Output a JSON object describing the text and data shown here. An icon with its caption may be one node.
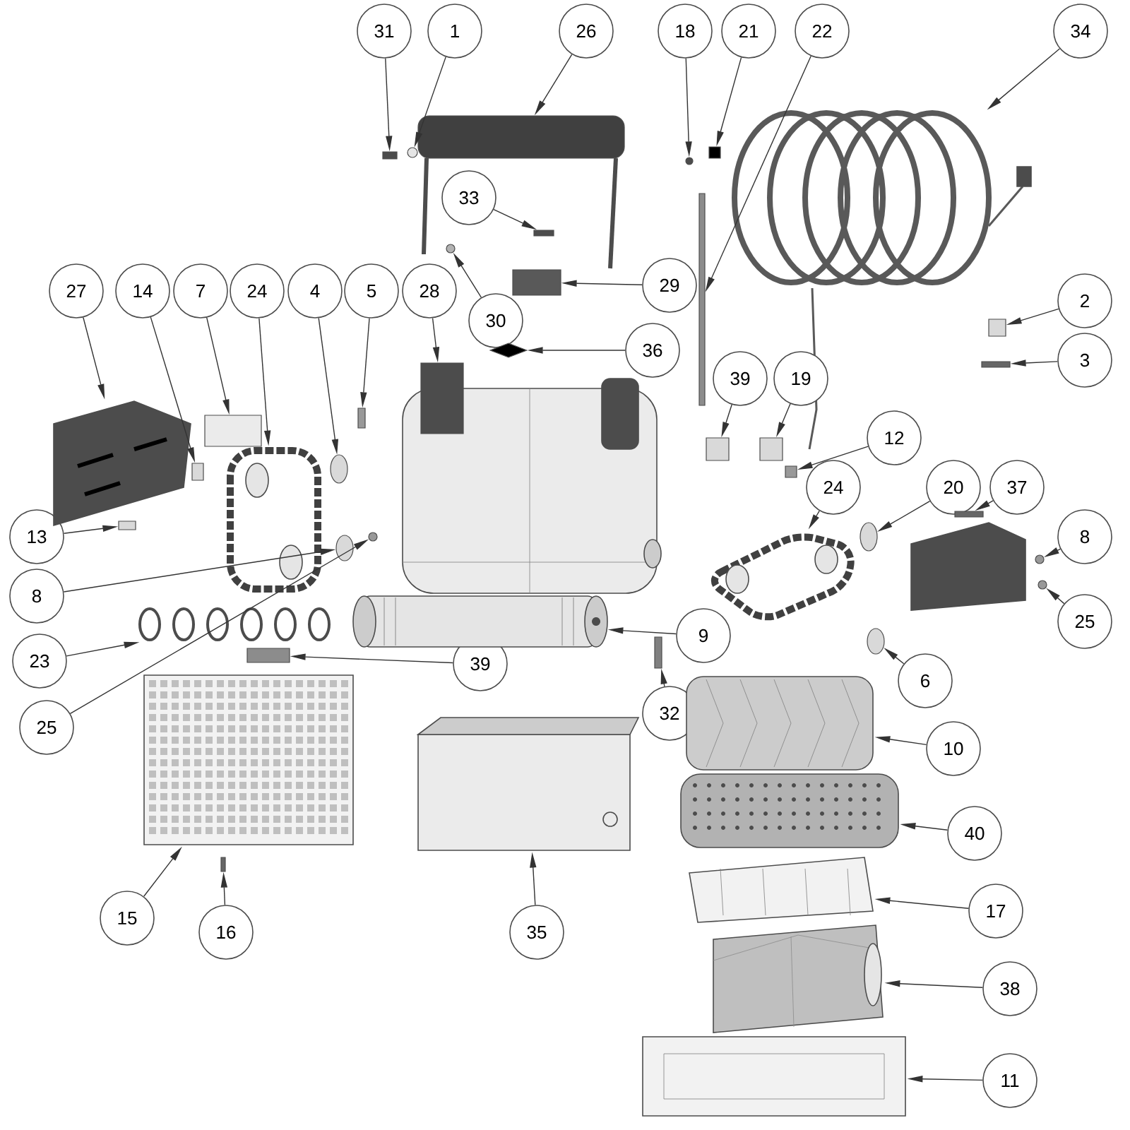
{
  "diagram": {
    "nodes": [
      {
        "text": [
          "31"
        ]
      },
      {
        "text": [
          "1"
        ]
      },
      {
        "text": [
          "26"
        ]
      },
      {
        "text": [
          "18"
        ]
      },
      {
        "text": [
          "21"
        ]
      },
      {
        "text": [
          "22"
        ]
      },
      {
        "text": [
          "34"
        ]
      },
      {
        "text": [
          "33"
        ]
      },
      {
        "text": [
          "27"
        ]
      },
      {
        "text": [
          "14"
        ]
      },
      {
        "text": [
          "7"
        ]
      },
      {
        "text": [
          "24"
        ]
      },
      {
        "text": [
          "4"
        ]
      },
      {
        "text": [
          "5"
        ]
      },
      {
        "text": [
          "28"
        ]
      },
      {
        "text": [
          "30"
        ]
      },
      {
        "text": [
          "29"
        ]
      },
      {
        "text": [
          "2"
        ]
      },
      {
        "text": [
          "36"
        ]
      },
      {
        "text": [
          "39"
        ]
      },
      {
        "text": [
          "19"
        ]
      },
      {
        "text": [
          "3"
        ]
      },
      {
        "text": [
          "12"
        ]
      },
      {
        "text": [
          "24"
        ]
      },
      {
        "text": [
          "20"
        ]
      },
      {
        "text": [
          "37"
        ]
      },
      {
        "text": [
          "13"
        ]
      },
      {
        "text": [
          "8"
        ]
      },
      {
        "text": [
          "8"
        ]
      },
      {
        "text": [
          "9"
        ]
      },
      {
        "text": [
          "25"
        ]
      },
      {
        "text": [
          "23"
        ]
      },
      {
        "text": [
          "39"
        ]
      },
      {
        "text": [
          "6"
        ]
      },
      {
        "text": [
          "32"
        ]
      },
      {
        "text": [
          "25"
        ]
      },
      {
        "text": [
          "10"
        ]
      },
      {
        "text": [
          "40"
        ]
      },
      {
        "text": [
          "17"
        ]
      },
      {
        "text": [
          "15"
        ]
      },
      {
        "text": [
          "16"
        ]
      },
      {
        "text": [
          "35"
        ]
      },
      {
        "text": [
          "38"
        ]
      },
      {
        "text": [
          "11"
        ]
      },
      {
        "text": [],
        "shape": "box"
      },
      {
        "text": [],
        "shape": "circle"
      },
      {
        "text": [],
        "shape": "box"
      },
      {
        "text": [],
        "shape": "circle"
      },
      {
        "text": [],
        "shape": "box"
      },
      {
        "text": [],
        "shape": "box"
      },
      {
        "text": [],
        "shape": "picture"
      },
      {
        "text": [],
        "shape": "box"
      },
      {
        "text": [],
        "shape": "picture"
      },
      {
        "text": [],
        "shape": "box"
      },
      {
        "text": [],
        "shape": "box"
      },
      {
        "text": [],
        "shape": "picture"
      },
      {
        "text": [],
        "shape": "circle"
      },
      {
        "text": [],
        "shape": "box"
      },
      {
        "text": [],
        "shape": "box"
      },
      {
        "text": [],
        "shape": "circle"
      },
      {
        "text": [],
        "shape": "box"
      },
      {
        "text": [],
        "shape": "box"
      },
      {
        "text": [],
        "shape": "diamond"
      },
      {
        "text": [],
        "shape": "box"
      },
      {
        "text": [],
        "shape": "box"
      },
      {
        "text": [],
        "shape": "box"
      },
      {
        "text": [],
        "shape": "box"
      },
      {
        "text": [],
        "shape": "picture"
      },
      {
        "text": [],
        "shape": "circle"
      },
      {
        "text": [],
        "shape": "box"
      },
      {
        "text": [],
        "shape": "box"
      },
      {
        "text": [],
        "shape": "circle"
      },
      {
        "text": [],
        "shape": "circle"
      },
      {
        "text": [],
        "shape": "picture"
      },
      {
        "text": [],
        "shape": "circle"
      },
      {
        "text": [],
        "shape": "picture"
      },
      {
        "text": [],
        "shape": "box"
      },
      {
        "text": [],
        "shape": "circle"
      },
      {
        "text": [],
        "shape": "box"
      },
      {
        "text": [],
        "shape": "circle"
      },
      {
        "text": [],
        "shape": "picture"
      },
      {
        "text": [],
        "shape": "picture"
      },
      {
        "text": [],
        "shape": "picture"
      },
      {
        "text": [],
        "shape": "picture"
      },
      {
        "text": [],
        "shape": "box"
      },
      {
        "text": [],
        "shape": "picture"
      },
      {
        "text": [],
        "shape": "picture"
      },
      {
        "text": [],
        "shape": "picture"
      }
    ],
    "edges": [
      {
        "from": 0,
        "to": 44,
        "arrow": "to"
      },
      {
        "from": 1,
        "to": 45,
        "arrow": "to"
      },
      {
        "from": 2,
        "to": 46,
        "arrow": "to"
      },
      {
        "from": 3,
        "to": 47,
        "arrow": "to"
      },
      {
        "from": 4,
        "to": 48,
        "arrow": "to"
      },
      {
        "from": 5,
        "to": 49,
        "arrow": "to"
      },
      {
        "from": 6,
        "to": 50,
        "arrow": "to"
      },
      {
        "from": 7,
        "to": 51,
        "arrow": "to"
      },
      {
        "from": 8,
        "to": 52,
        "arrow": "to"
      },
      {
        "from": 9,
        "to": 53,
        "arrow": "to"
      },
      {
        "from": 10,
        "to": 54,
        "arrow": "to"
      },
      {
        "from": 11,
        "to": 55,
        "arrow": "to"
      },
      {
        "from": 12,
        "to": 56,
        "arrow": "to"
      },
      {
        "from": 13,
        "to": 57,
        "arrow": "to"
      },
      {
        "from": 14,
        "to": 58,
        "arrow": "to"
      },
      {
        "from": 15,
        "to": 59,
        "arrow": "to"
      },
      {
        "from": 16,
        "to": 60,
        "arrow": "to"
      },
      {
        "from": 17,
        "to": 61,
        "arrow": "to"
      },
      {
        "from": 18,
        "to": 62,
        "arrow": "to"
      },
      {
        "from": 19,
        "to": 63,
        "arrow": "to"
      },
      {
        "from": 20,
        "to": 64,
        "arrow": "to"
      },
      {
        "from": 21,
        "to": 65,
        "arrow": "to"
      },
      {
        "from": 22,
        "to": 66,
        "arrow": "to"
      },
      {
        "from": 23,
        "to": 67,
        "arrow": "to"
      },
      {
        "from": 24,
        "to": 68,
        "arrow": "to"
      },
      {
        "from": 25,
        "to": 69,
        "arrow": "to"
      },
      {
        "from": 26,
        "to": 70,
        "arrow": "to"
      },
      {
        "from": 27,
        "to": 71,
        "arrow": "to"
      },
      {
        "from": 28,
        "to": 72,
        "arrow": "to"
      },
      {
        "from": 29,
        "to": 73,
        "arrow": "to"
      },
      {
        "from": 30,
        "to": 74,
        "arrow": "to"
      },
      {
        "from": 31,
        "to": 75,
        "arrow": "to"
      },
      {
        "from": 32,
        "to": 76,
        "arrow": "to"
      },
      {
        "from": 33,
        "to": 77,
        "arrow": "to"
      },
      {
        "from": 34,
        "to": 78,
        "arrow": "to"
      },
      {
        "from": 35,
        "to": 79,
        "arrow": "to"
      },
      {
        "from": 36,
        "to": 80,
        "arrow": "to"
      },
      {
        "from": 37,
        "to": 81,
        "arrow": "to"
      },
      {
        "from": 38,
        "to": 82,
        "arrow": "to"
      },
      {
        "from": 39,
        "to": 83,
        "arrow": "to"
      },
      {
        "from": 40,
        "to": 84,
        "arrow": "to"
      },
      {
        "from": 41,
        "to": 85,
        "arrow": "to"
      },
      {
        "from": 42,
        "to": 86,
        "arrow": "to"
      },
      {
        "from": 43,
        "to": 87,
        "arrow": "to"
      }
    ]
  }
}
